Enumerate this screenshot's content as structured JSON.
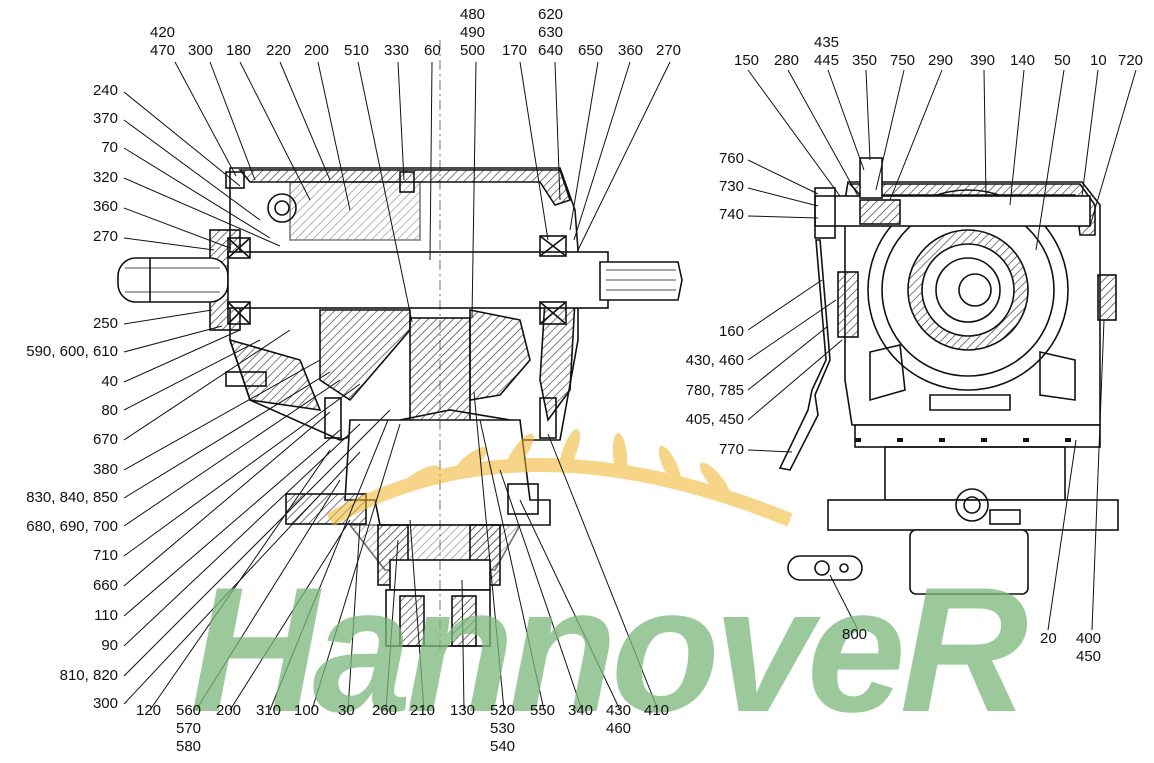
{
  "watermark": {
    "brand": "HannoveR",
    "color": "#6db36b",
    "wheat_color": "#f0b429"
  },
  "labels_left": [
    "240",
    "370",
    "70",
    "320",
    "360",
    "270",
    "250",
    "590, 600, 610",
    "40",
    "80",
    "670",
    "380",
    "830, 840, 850",
    "680, 690, 700",
    "710",
    "660",
    "110",
    "90",
    "810, 820",
    "300"
  ],
  "labels_top_left": [
    "420\n470",
    "300",
    "180",
    "220",
    "200",
    "510",
    "330",
    "60",
    "480\n490\n500",
    "170",
    "620\n630\n640",
    "650",
    "360",
    "270"
  ],
  "labels_bottom": [
    "120",
    "560\n570\n580",
    "200",
    "310",
    "100",
    "30",
    "260",
    "210",
    "130",
    "520\n530\n540",
    "550",
    "340",
    "430\n460",
    "410"
  ],
  "labels_right_top": [
    "150",
    "280",
    "435\n445",
    "350",
    "750",
    "290",
    "390",
    "140",
    "50",
    "10",
    "720"
  ],
  "labels_right_left": [
    "760",
    "730",
    "740",
    "160",
    "430, 460",
    "780, 785",
    "405, 450",
    "770"
  ],
  "labels_right_bottom": [
    "800",
    "20",
    "400\n450"
  ]
}
